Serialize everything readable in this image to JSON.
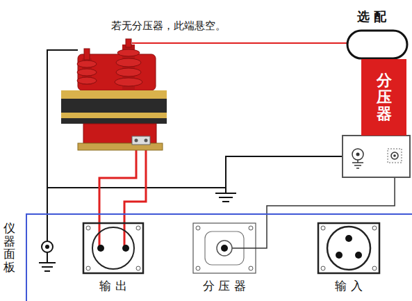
{
  "diagram": {
    "nodes": [
      {
        "text": [
          "分压器"
        ]
      },
      {
        "text": [
          "仪器面板"
        ]
      },
      {
        "text": [
          "输 出"
        ],
        "in": 1
      },
      {
        "text": [
          "分 压 器"
        ],
        "in": 1
      },
      {
        "text": [
          "输 入"
        ],
        "in": 1
      }
    ],
    "edges": [
      {
        "from": 0,
        "to": 3,
        "arrow": "none"
      }
    ],
    "labels": [
      "若无分压器，此端悬空。",
      "选 配"
    ]
  }
}
